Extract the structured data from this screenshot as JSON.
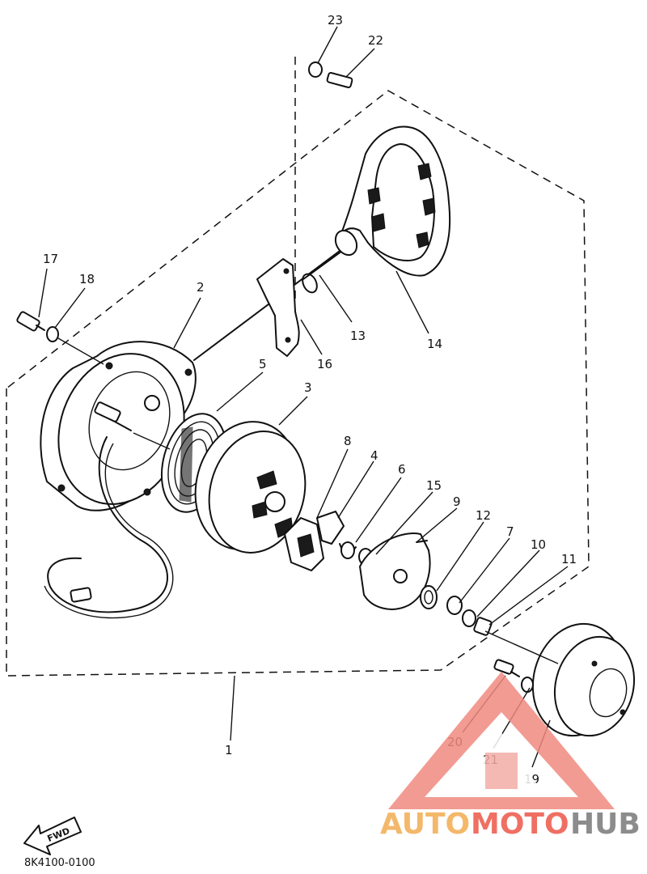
{
  "callouts": {
    "c1": "1",
    "c2": "2",
    "c3": "3",
    "c4": "4",
    "c5": "5",
    "c6": "6",
    "c7": "7",
    "c8": "8",
    "c9": "9",
    "c10": "10",
    "c11": "11",
    "c12": "12",
    "c13": "13",
    "c14": "14",
    "c15": "15",
    "c16": "16",
    "c17": "17",
    "c18": "18",
    "c19": "19",
    "c20": "20",
    "c21": "21",
    "c22": "22",
    "c23": "23"
  },
  "fwd_label": "FWD",
  "drawing_code": "8K4100-0100",
  "watermark": {
    "part1": "AUTO",
    "part2": "MOTO",
    "part3": "HUB",
    "colors": {
      "auto": "#f4b86a",
      "moto": "#ef6f63",
      "hub": "#8c8c8c",
      "triangle": "#f08a80"
    }
  }
}
